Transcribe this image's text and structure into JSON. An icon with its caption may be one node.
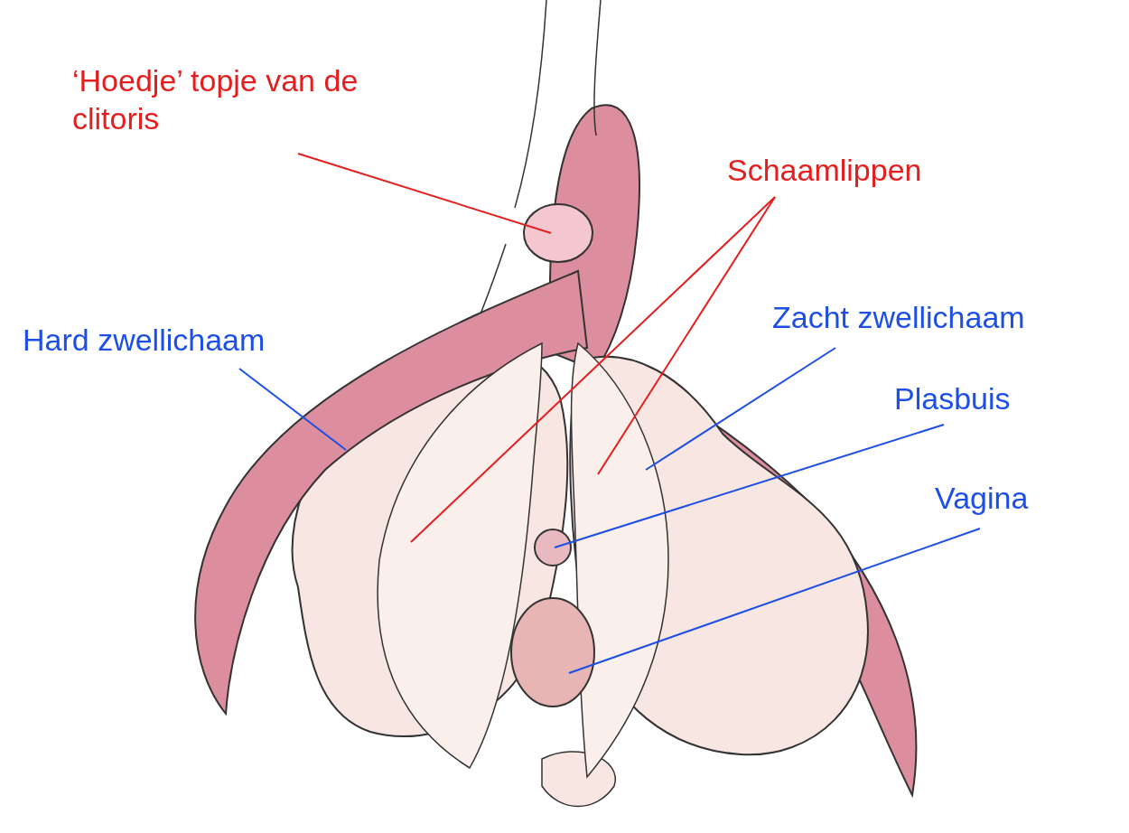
{
  "diagram": {
    "nodes": [
      {
        "text": [
          "‘Hoedje’ topje van de clitoris"
        ]
      },
      {
        "text": [],
        "shape": "circle"
      },
      {
        "text": [
          "Schaamlippen"
        ]
      },
      {
        "text": [],
        "shape": "picture"
      },
      {
        "text": [],
        "shape": "picture"
      },
      {
        "text": [
          "Hard zwellichaam"
        ]
      },
      {
        "text": [],
        "shape": "picture"
      },
      {
        "text": [
          "Zacht zwellichaam"
        ]
      },
      {
        "text": [],
        "shape": "picture"
      },
      {
        "text": [
          "Plasbuis"
        ]
      },
      {
        "text": [],
        "shape": "circle"
      },
      {
        "text": [
          "Vagina"
        ]
      },
      {
        "text": [],
        "shape": "circle"
      }
    ],
    "edges": [
      {
        "from": 0,
        "to": 1,
        "arrow": "none",
        "color": "#e41e1e"
      },
      {
        "from": 2,
        "to": 3,
        "arrow": "none",
        "color": "#e41e1e"
      },
      {
        "from": 2,
        "to": 4,
        "arrow": "none",
        "color": "#e41e1e"
      },
      {
        "from": 5,
        "to": 6,
        "arrow": "none"
      },
      {
        "from": 7,
        "to": 8,
        "arrow": "none"
      },
      {
        "from": 9,
        "to": 10,
        "arrow": "none"
      },
      {
        "from": 11,
        "to": 12,
        "arrow": "none"
      }
    ]
  }
}
